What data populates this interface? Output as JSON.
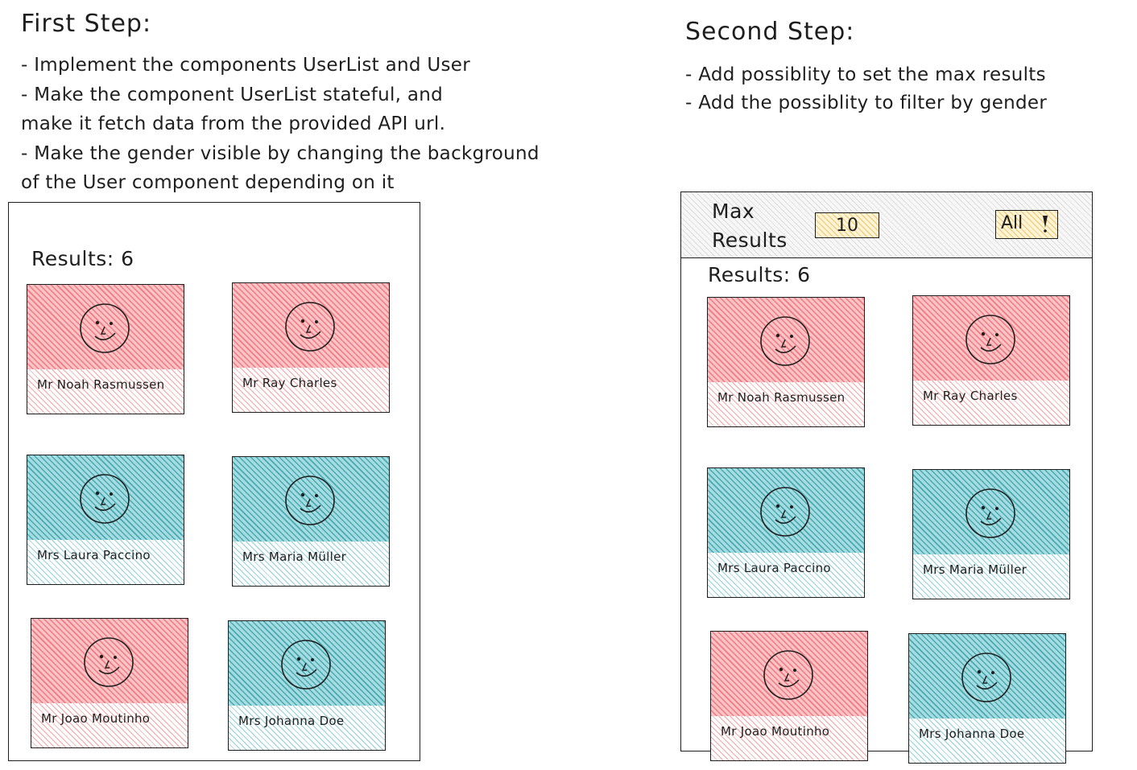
{
  "step1": {
    "title": "First Step:",
    "bullets": [
      "- Implement the components UserList and User",
      "- Make the component UserList stateful, and",
      "make it fetch data from the provided API url.",
      "- Make the gender visible by changing the background",
      "of the User component depending on it"
    ],
    "results_label": "Results: 6",
    "users": [
      {
        "name": "Mr Noah Rasmussen",
        "gender": "male"
      },
      {
        "name": "Mr Ray Charles",
        "gender": "male"
      },
      {
        "name": "Mrs Laura Paccino",
        "gender": "female"
      },
      {
        "name": "Mrs Maria Müller",
        "gender": "female"
      },
      {
        "name": "Mr Joao Moutinho",
        "gender": "male"
      },
      {
        "name": "Mrs Johanna Doe",
        "gender": "female"
      }
    ]
  },
  "step2": {
    "title": "Second Step:",
    "bullets": [
      "- Add possiblity to set the max results",
      "- Add the possiblity to filter by gender"
    ],
    "max_results_label_line1": "Max",
    "max_results_label_line2": "Results",
    "max_results_value": "10",
    "gender_filter_value": "All",
    "results_label": "Results: 6",
    "users": [
      {
        "name": "Mr Noah Rasmussen",
        "gender": "male"
      },
      {
        "name": "Mr Ray Charles",
        "gender": "male"
      },
      {
        "name": "Mrs Laura Paccino",
        "gender": "female"
      },
      {
        "name": "Mrs Maria Müller",
        "gender": "female"
      },
      {
        "name": "Mr Joao Moutinho",
        "gender": "male"
      },
      {
        "name": "Mrs Johanna Doe",
        "gender": "female"
      }
    ]
  },
  "colors": {
    "male_card": "#f07a7f",
    "female_card": "#46a9b3",
    "control_fill": "#f0c46c",
    "stroke": "#1e1e1e"
  }
}
